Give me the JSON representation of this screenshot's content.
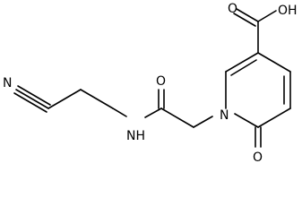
{
  "structure": {
    "atoms": {
      "carboxylic_acid_group": "OH",
      "carboxyl_carbonyl_oxygen": "O",
      "amide_oxygen": "O",
      "amide_nitrogen": "NH",
      "ring_nitrogen": "N",
      "ring_oxo_oxygen": "O",
      "nitrile_nitrogen": "N"
    }
  },
  "colors": {
    "bond": "#000000",
    "label": "#000000",
    "background": "#ffffff"
  }
}
